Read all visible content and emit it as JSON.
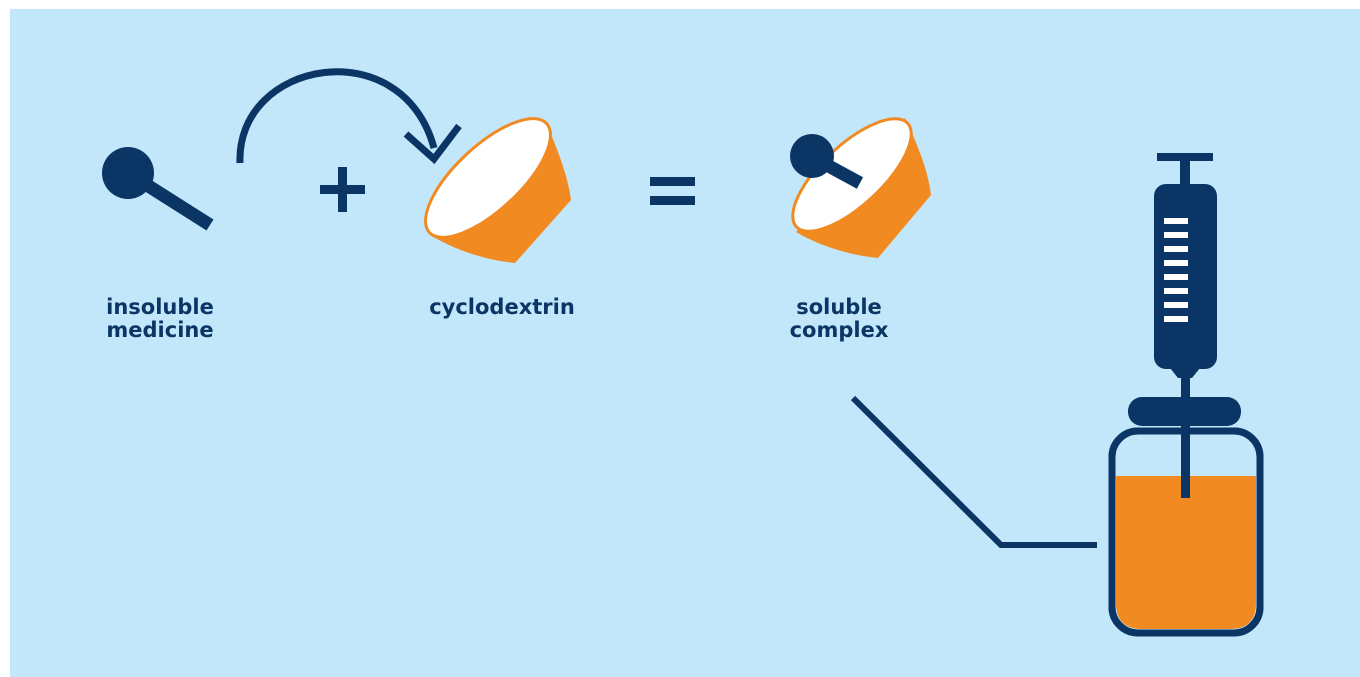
{
  "labels": {
    "insoluble_medicine": [
      "insoluble",
      "medicine"
    ],
    "cyclodextrin": "cyclodextrin",
    "soluble_complex": [
      "soluble",
      "complex"
    ]
  },
  "colors": {
    "background": "#C2E7FA",
    "navy": "#0B3565",
    "orange": "#F28A22",
    "cup_inner": "#FFFFFF"
  },
  "icons": {
    "medicine": "medicine-molecule-icon",
    "plus": "plus-icon",
    "arrow": "curved-arrow-icon",
    "cyclodextrin": "cyclodextrin-cone-icon",
    "equals": "equals-icon",
    "complex": "soluble-complex-icon",
    "syringe": "syringe-icon",
    "vial": "vial-icon",
    "pointer": "callout-line-icon"
  }
}
